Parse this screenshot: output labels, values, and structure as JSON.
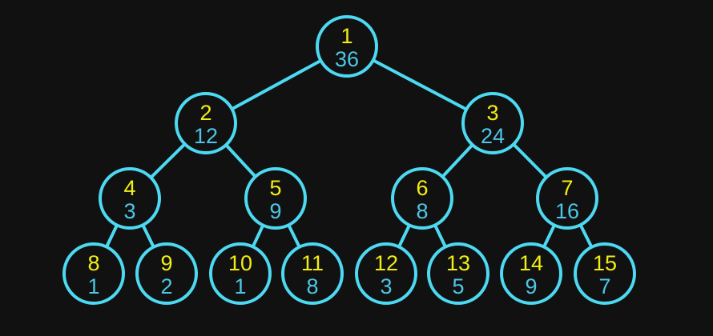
{
  "diagram": {
    "nodes": [
      {
        "index": "1",
        "value": "36"
      },
      {
        "index": "2",
        "value": "12"
      },
      {
        "index": "3",
        "value": "24"
      },
      {
        "index": "4",
        "value": "3"
      },
      {
        "index": "5",
        "value": "9"
      },
      {
        "index": "6",
        "value": "8"
      },
      {
        "index": "7",
        "value": "16"
      },
      {
        "index": "8",
        "value": "1"
      },
      {
        "index": "9",
        "value": "2"
      },
      {
        "index": "10",
        "value": "1"
      },
      {
        "index": "11",
        "value": "8"
      },
      {
        "index": "12",
        "value": "3"
      },
      {
        "index": "13",
        "value": "5"
      },
      {
        "index": "14",
        "value": "9"
      },
      {
        "index": "15",
        "value": "7"
      }
    ],
    "edges": [
      [
        "1",
        "2"
      ],
      [
        "1",
        "3"
      ],
      [
        "2",
        "4"
      ],
      [
        "2",
        "5"
      ],
      [
        "3",
        "6"
      ],
      [
        "3",
        "7"
      ],
      [
        "4",
        "8"
      ],
      [
        "4",
        "9"
      ],
      [
        "5",
        "10"
      ],
      [
        "5",
        "11"
      ],
      [
        "6",
        "12"
      ],
      [
        "6",
        "13"
      ],
      [
        "7",
        "14"
      ],
      [
        "7",
        "15"
      ]
    ],
    "colors": {
      "background": "#111111",
      "stroke": "#4dd9f2",
      "index_text": "#f2ee14",
      "value_text": "#4dc6e6"
    }
  }
}
